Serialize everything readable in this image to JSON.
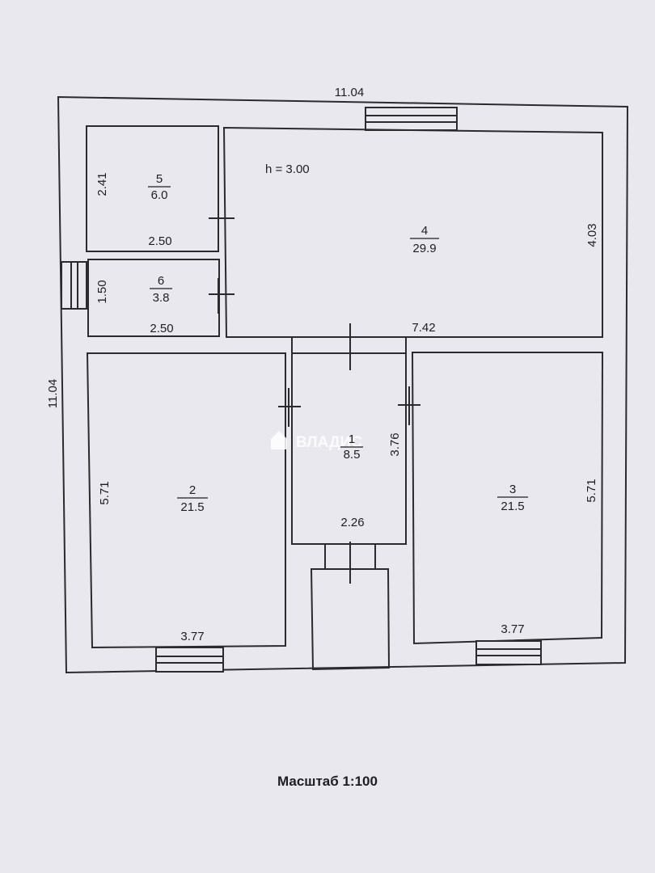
{
  "plan": {
    "outer_width": "11.04",
    "outer_height": "11.04",
    "ceiling_height": "h = 3.00",
    "watermark": "ВЛАДИС",
    "rooms": [
      {
        "id": "1",
        "area": "8.5"
      },
      {
        "id": "2",
        "area": "21.5"
      },
      {
        "id": "3",
        "area": "21.5"
      },
      {
        "id": "4",
        "area": "29.9"
      },
      {
        "id": "5",
        "area": "6.0"
      },
      {
        "id": "6",
        "area": "3.8"
      }
    ],
    "dimensions": {
      "room5_height": "2.41",
      "room5_width": "2.50",
      "room6_height": "1.50",
      "room6_width": "2.50",
      "room4_height": "4.03",
      "room4_width": "7.42",
      "room1_height": "3.76",
      "room1_width": "2.26",
      "room2_height": "5.71",
      "room2_width": "3.77",
      "room3_height": "5.71",
      "room3_width": "3.77"
    }
  },
  "scale_label": "Масштаб 1:100"
}
